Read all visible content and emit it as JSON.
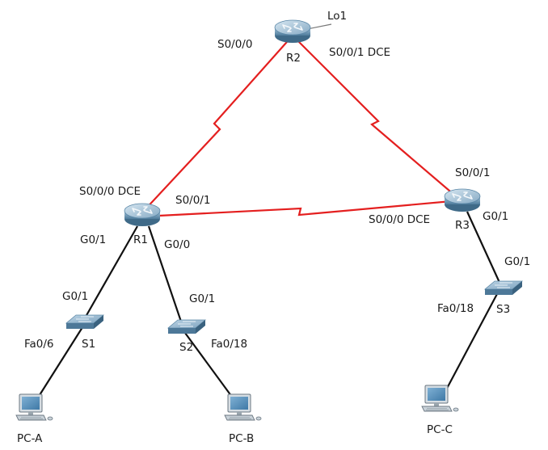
{
  "devices": {
    "r1": {
      "name": "R1",
      "icon": "router-icon"
    },
    "r2": {
      "name": "R2",
      "icon": "router-icon"
    },
    "r3": {
      "name": "R3",
      "icon": "router-icon"
    },
    "s1": {
      "name": "S1",
      "icon": "switch-icon"
    },
    "s2": {
      "name": "S2",
      "icon": "switch-icon"
    },
    "s3": {
      "name": "S3",
      "icon": "switch-icon"
    },
    "pca": {
      "name": "PC-A",
      "icon": "pc-icon"
    },
    "pcb": {
      "name": "PC-B",
      "icon": "pc-icon"
    },
    "pcc": {
      "name": "PC-C",
      "icon": "pc-icon"
    }
  },
  "interfaces": {
    "r2_lo1": "Lo1",
    "r2_s000": "S0/0/0",
    "r2_s001": "S0/0/1 DCE",
    "r1_s000": "S0/0/0 DCE",
    "r1_s001": "S0/0/1",
    "r1_g01": "G0/1",
    "r1_g00": "G0/0",
    "r3_s001": "S0/0/1",
    "r3_s000": "S0/0/0 DCE",
    "r3_g01": "G0/1",
    "s1_g01": "G0/1",
    "s1_fa06": "Fa0/6",
    "s2_g01": "G0/1",
    "s2_fa018": "Fa0/18",
    "s3_g01": "G0/1",
    "s3_fa018": "Fa0/18"
  },
  "colors": {
    "serial_link": "#e41f1f",
    "ethernet_link": "#111111",
    "router_body": "#6f9ab8",
    "switch_body": "#6b95b3"
  }
}
